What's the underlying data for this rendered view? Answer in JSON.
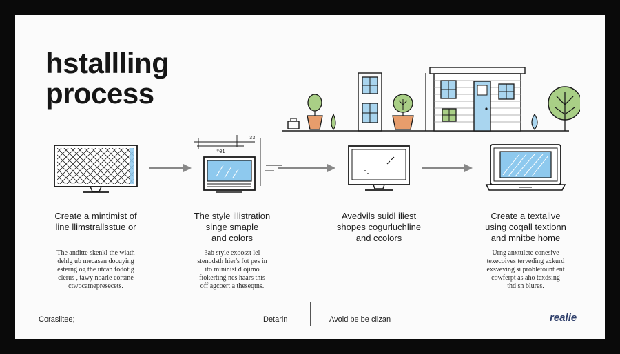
{
  "title": {
    "line1": "hstallling",
    "line2": "process"
  },
  "steps": [
    {
      "heading": [
        "Create a mintimist of",
        "line llimstrallsstue or"
      ],
      "body": [
        "The anditte skenkl the wiath",
        "dehlg ub mecasen docuying",
        "esterng og the utcan  fodotig",
        "clerus , tawy noarle corsine",
        "ctwocamepresecets."
      ]
    },
    {
      "heading": [
        "The style illistration",
        "singe smaple",
        "and colors"
      ],
      "body": [
        "3ab style exoosst lel",
        "stenodsth hier's fot pes in",
        "ito mininist d ojimo",
        "fiokerting nes haars this",
        "off agcoert a theseqtns."
      ]
    },
    {
      "heading": [
        "Avedvils suidl iliest",
        "shopes cogurluchline",
        "and ccolors"
      ],
      "body": []
    },
    {
      "heading": [
        "Create a textalive",
        "using coqall textionn",
        "and mnitbe home"
      ],
      "body": [
        "Urng anxtulete conesive",
        "texecoives terveding exkurd",
        "exsveving si probletount ent",
        "cowferpt as aho texdsing",
        "thd sn blures."
      ]
    }
  ],
  "footer": {
    "left": "Coraslltee;",
    "middle": "Detarin",
    "right": "Avoid be be clizan",
    "brand": "realie"
  },
  "colors": {
    "screen": "#8ec9ee",
    "plant": "#a9cf86",
    "pot": "#e79d6c",
    "door": "#a9d5ef",
    "arrow": "#888888",
    "line": "#1a1a1a"
  }
}
